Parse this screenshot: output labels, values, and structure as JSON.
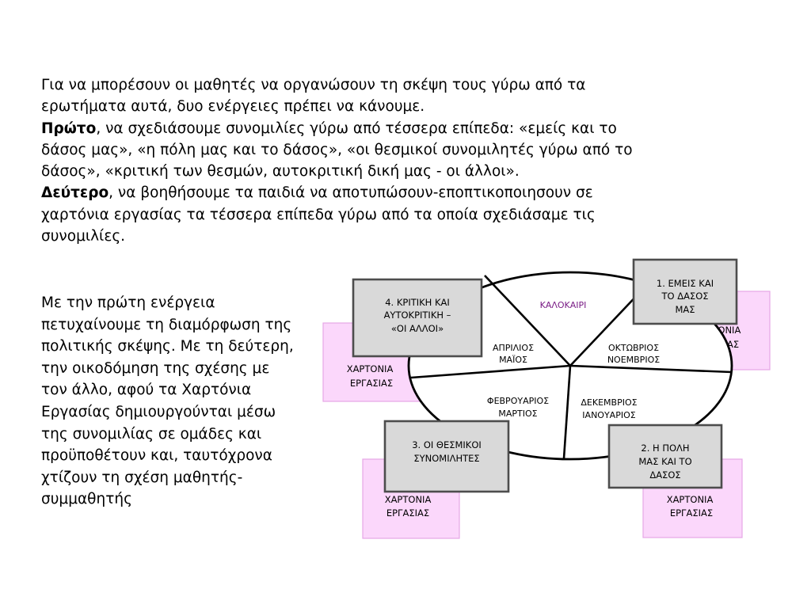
{
  "text": {
    "p1_line1": "Για να μπορέσουν οι μαθητές να οργανώσουν τη σκέψη τους γύρω από τα ερωτήματα αυτά, δυο ενέργειες πρέπει να κάνουμε.",
    "p1_first_bold": "Πρώτο",
    "p1_first_rest": ", να σχεδιάσουμε συνομιλίες γύρω από τέσσερα επίπεδα: «εμείς και το δάσος μας», «η πόλη μας και το δάσος», «οι θεσμικοί συνομιλητές γύρω από το δάσος», «κριτική των θεσμών, αυτοκριτική δική μας - οι άλλοι».",
    "p1_second_bold": "Δεύτερο",
    "p1_second_rest": ", να βοηθήσουμε τα παιδιά να αποτυπώσουν-εποπτικοποιησουν σε χαρτόνια εργασίας τα τέσσερα επίπεδα γύρω από τα οποία σχεδιάσαμε τις συνομιλίες.",
    "p2": "Με την πρώτη ενέργεια πετυχαίνουμε τη διαμόρφωση της πολιτικής σκέψης. Με τη δεύτερη, την οικοδόμηση της σχέσης με τον άλλο, αφού τα Χαρτόνια Εργασίας δημιουργούνται μέσω της συνομιλίας σε ομάδες και προϋποθέτουν και, ταυτόχρονα χτίζουν τη σχέση μαθητής-συμμαθητής"
  },
  "segments": {
    "summer": "ΚΑΛΟΚΑΙΡΙ",
    "oct_nov_1": "ΟΚΤΩΒΡΙΟΣ",
    "oct_nov_2": "ΝΟΕΜΒΡΙΟΣ",
    "dec_jan_1": "ΔΕΚΕΜΒΡΙΟΣ",
    "dec_jan_2": "ΙΑΝΟΥΑΡΙΟΣ",
    "feb_mar_1": "ΦΕΒΡΟΥΑΡΙΟΣ",
    "feb_mar_2": "ΜΑΡΤΙΟΣ",
    "apr_may_1": "ΑΠΡΙΛΙΟΣ",
    "apr_may_2": "ΜΑΪΟΣ"
  },
  "boxes": {
    "b1_l1": "1. ΕΜΕΙΣ ΚΑΙ",
    "b1_l2": "ΤΟ ΔΑΣΟΣ",
    "b1_l3": "ΜΑΣ",
    "b2_l1": "2. Η  ΠΟΛΗ",
    "b2_l2": "ΜΑΣ ΚΑΙ ΤΟ",
    "b2_l3": "ΔΑΣΟΣ",
    "b3_l1": "3. ΟΙ ΘΕΣΜΙΚΟΙ",
    "b3_l2": "ΣΥΝΟΜΙΛΗΤΕΣ",
    "b4_l1": "4. ΚΡΙΤΙΚΗ ΚΑΙ",
    "b4_l2": "ΑΥΤΟΚΡΙΤΙΚΗ –",
    "b4_l3": "«ΟΙ ΑΛΛΟΙ»"
  },
  "cards": {
    "l1": "ΧΑΡΤΟΝΙΑ",
    "l2": "ΕΡΓΑΣΙΑΣ"
  },
  "colors": {
    "card_fill": "#fbd7fb",
    "card_stroke": "#e7a6e7",
    "box_fill": "#d9d9d9",
    "box_stroke": "#4d4d4d",
    "summer_text": "#7a1d86"
  }
}
